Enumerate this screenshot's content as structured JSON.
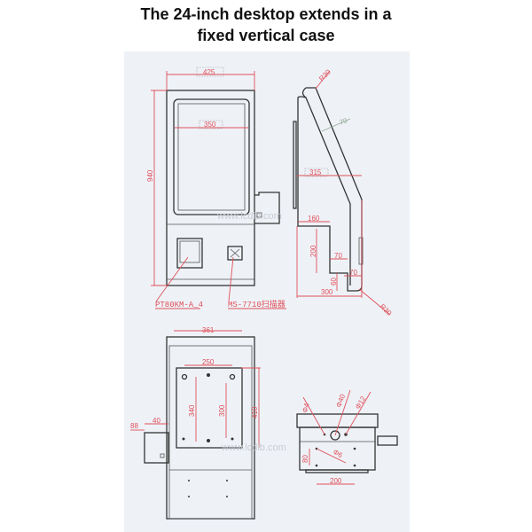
{
  "title": {
    "line1": "The 24-inch desktop extends in a",
    "line2": "fixed vertical case"
  },
  "front_view": {
    "width": "425",
    "height": "940",
    "screen_width": "350",
    "printer_label": "PT80KM-A_4",
    "scanner_label": "MS-7710扫描器"
  },
  "side_view": {
    "radius_top": "R30",
    "angle_dim": "70",
    "depth": "315",
    "base_step": "160",
    "base_height": "200",
    "step_70a": "70",
    "step_60": "60",
    "step_70b": "70",
    "base_depth": "300",
    "radius_bottom": "R30"
  },
  "back_view": {
    "width": "361",
    "hole_span": "250",
    "h340": "340",
    "h300": "300",
    "h410": "410",
    "d40": "40",
    "d88": "88"
  },
  "top_view": {
    "phi4": "Φ4",
    "phi40": "Φ40",
    "phi12": "Φ12",
    "phi6": "Φ6",
    "d80": "80",
    "d200": "200"
  },
  "watermark": "www.lcdib.com",
  "colors": {
    "dimension": "#e0505a",
    "background": "#eef2f7"
  }
}
